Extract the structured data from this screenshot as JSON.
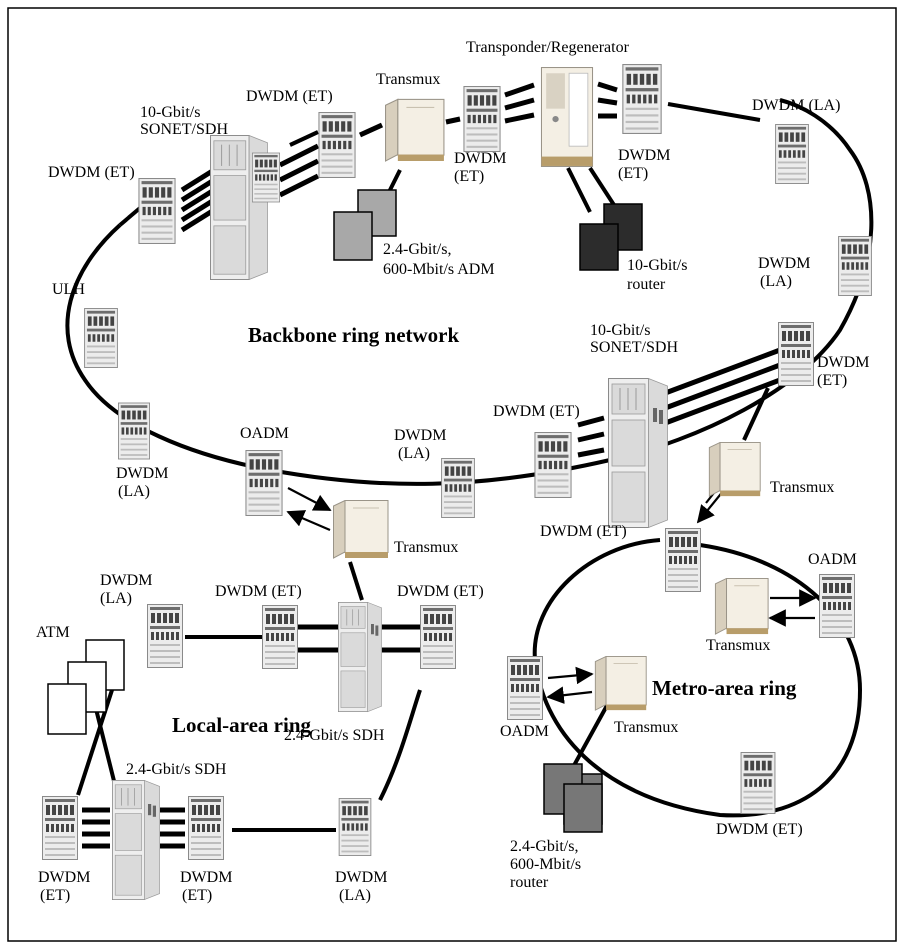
{
  "labels": {
    "transponder_regenerator": "Transponder/Regenerator",
    "transmux_top": "Transmux",
    "dwdm_et_top": "DWDM (ET)",
    "sonet_top_1": "10-Gbit/s",
    "sonet_top_2": "SONET/SDH",
    "dwdm_et_left": "DWDM (ET)",
    "dwdm_la_top_right": "DWDM (LA)",
    "dwdm_et_mid_1": "DWDM",
    "dwdm_et_mid_2": "(ET)",
    "dwdm_et_right_1": "DWDM",
    "dwdm_et_right_2": "(ET)",
    "adm_1": "2.4-Gbit/s,",
    "adm_2": "600-Mbit/s ADM",
    "router10_1": "10-Gbit/s",
    "router10_2": "router",
    "dwdm_la_right_1": "DWDM",
    "dwdm_la_right_2": "(LA)",
    "ulh": "ULH",
    "sonet_mid_1": "10-Gbit/s",
    "sonet_mid_2": "SONET/SDH",
    "dwdm_et_far_right_1": "DWDM",
    "dwdm_et_far_right_2": "(ET)",
    "dwdm_et_center": "DWDM (ET)",
    "oadm_left": "OADM",
    "dwdm_la_center_1": "DWDM",
    "dwdm_la_center_2": "(LA)",
    "dwdm_la_left_1": "DWDM",
    "dwdm_la_left_2": "(LA)",
    "transmux_right": "Transmux",
    "dwdm_et_metro_top": "DWDM (ET)",
    "transmux_left": "Transmux",
    "oadm_metro_right": "OADM",
    "dwdm_la_local_1": "DWDM",
    "dwdm_la_local_2": "(LA)",
    "dwdm_et_local_left": "DWDM (ET)",
    "dwdm_et_local_right": "DWDM (ET)",
    "atm": "ATM",
    "transmux_metro_center": "Transmux",
    "sdh_local_top": "2.4-Gbit/s SDH",
    "oadm_metro_left": "OADM",
    "transmux_metro_left": "Transmux",
    "sdh_local_bottom": "2.4-Gbit/s SDH",
    "dwdm_et_metro_bottom": "DWDM (ET)",
    "router24_1": "2.4-Gbit/s,",
    "router24_2": "600-Mbit/s",
    "router24_3": "router",
    "dwdm_et_bl_1": "DWDM",
    "dwdm_et_bl_2": "(ET)",
    "dwdm_et_bm_1": "DWDM",
    "dwdm_et_bm_2": "(ET)",
    "dwdm_la_bottom_1": "DWDM",
    "dwdm_la_bottom_2": "(LA)"
  },
  "titles": {
    "backbone": "Backbone ring network",
    "metro": "Metro-area ring",
    "local": "Local-area ring"
  }
}
